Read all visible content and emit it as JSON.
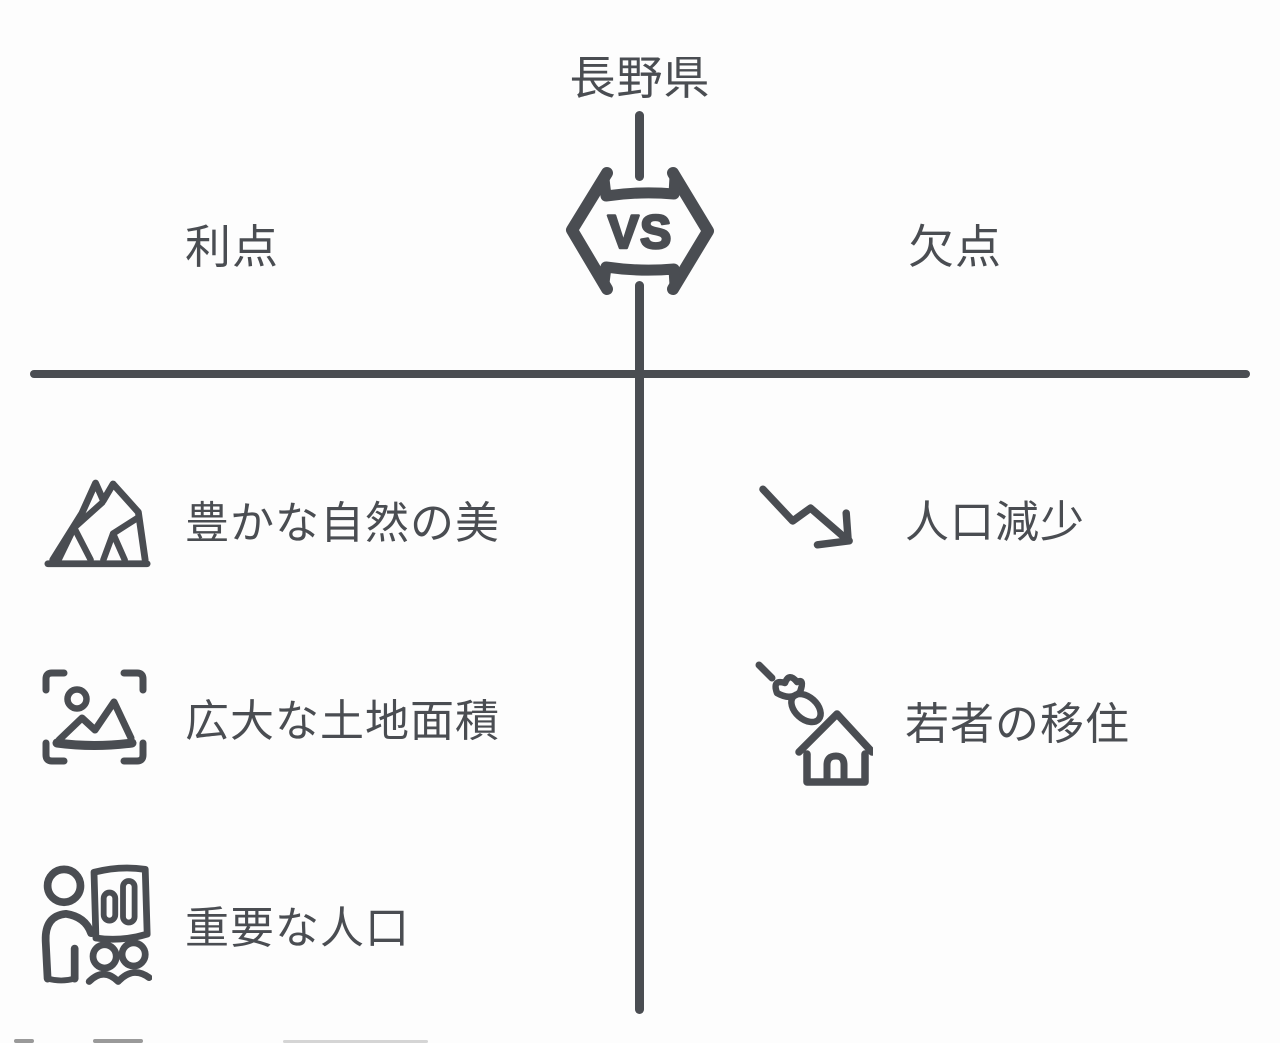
{
  "page": {
    "background": "#fdfdfd",
    "ink_color": "#4a4d52",
    "style": "hand-drawn comparison diagram"
  },
  "header": {
    "title": "長野県",
    "vs_label": "VS",
    "left_heading": "利点",
    "right_heading": "欠点"
  },
  "advantages": {
    "items": [
      {
        "icon": "mountain-icon",
        "label": "豊かな自然の美"
      },
      {
        "icon": "landscape-photo-icon",
        "label": "広大な土地面積"
      },
      {
        "icon": "presentation-audience-icon",
        "label": "重要な人口"
      }
    ]
  },
  "disadvantages": {
    "items": [
      {
        "icon": "declining-trend-arrow-icon",
        "label": "人口減少"
      },
      {
        "icon": "moving-out-house-icon",
        "label": "若者の移住"
      }
    ]
  }
}
